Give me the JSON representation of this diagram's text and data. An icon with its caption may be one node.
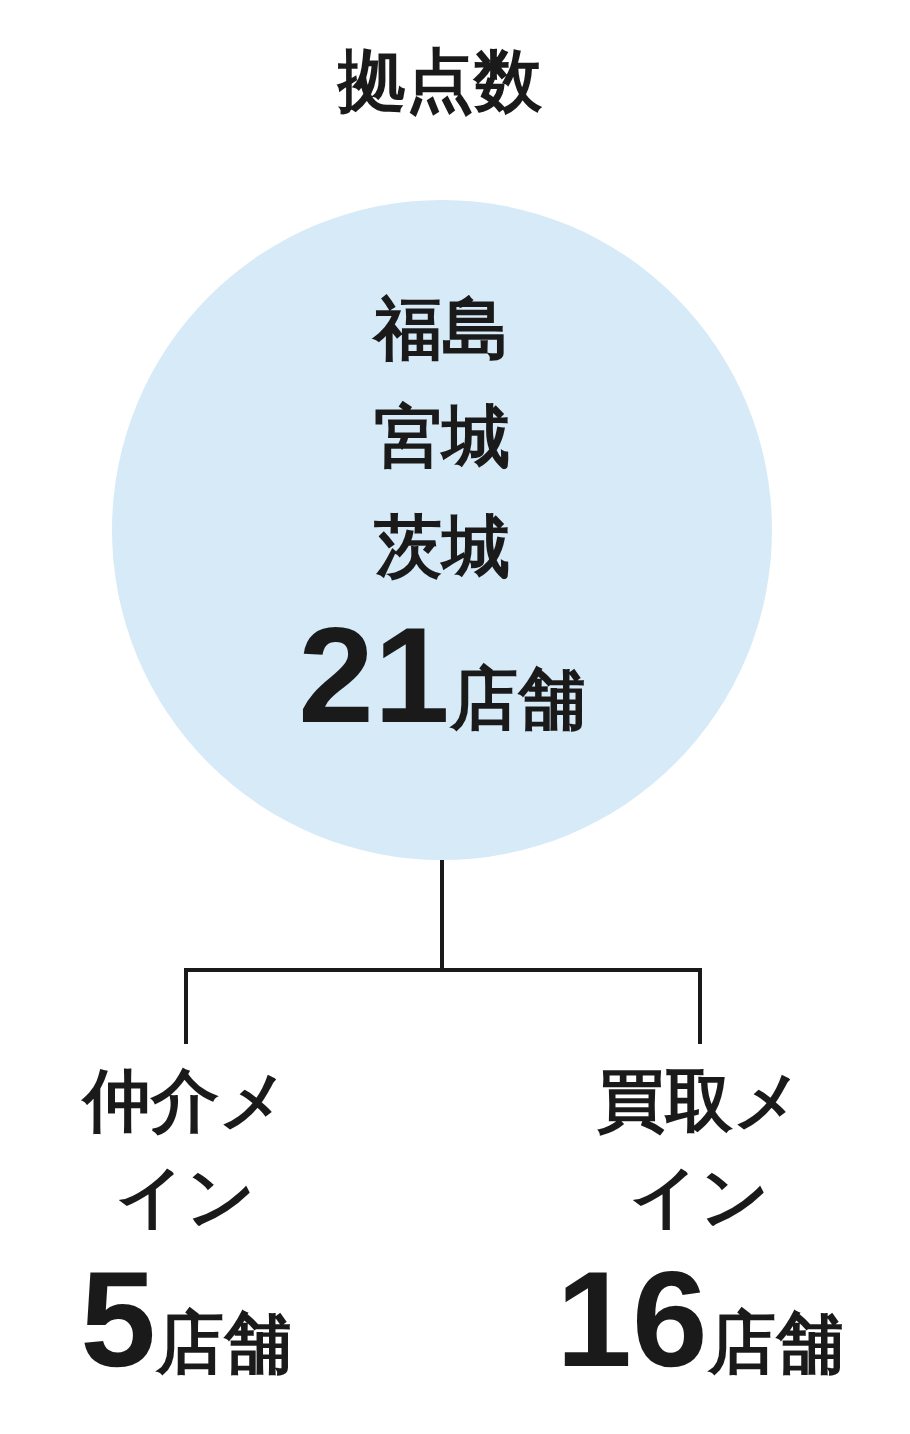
{
  "diagram": {
    "title": "拠点数",
    "nodes": [
      {
        "text": [
          "福島宮城茨城",
          "21店舗"
        ]
      },
      {
        "text": [
          "仲介メイン",
          "5店舗"
        ]
      },
      {
        "text": [
          "買取メイン",
          "16店舗"
        ]
      }
    ],
    "edges": [
      {
        "from": 0,
        "to": 1,
        "arrow": "none"
      },
      {
        "from": 0,
        "to": 2,
        "arrow": "none"
      }
    ]
  }
}
